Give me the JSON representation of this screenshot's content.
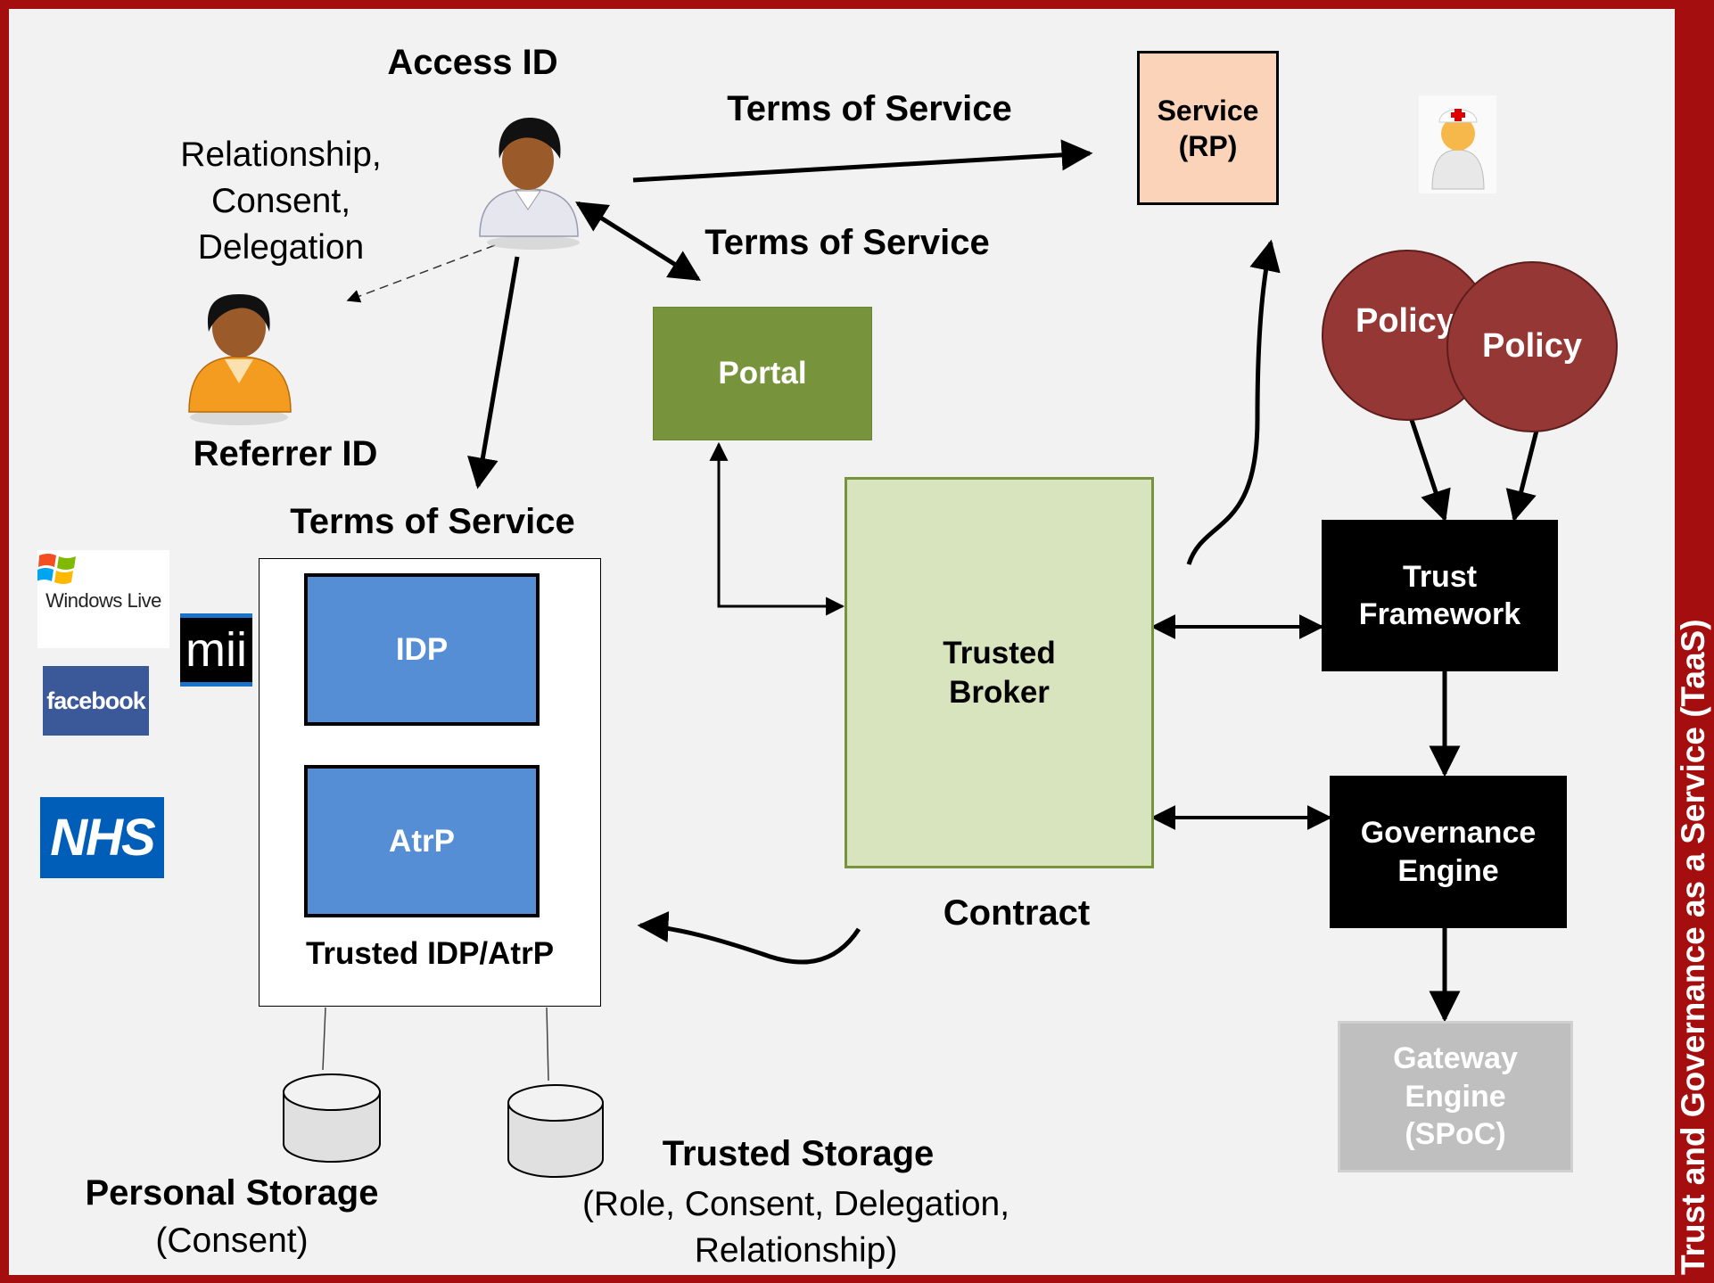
{
  "side_title": "Trust and Governance as a Service (TaaS)",
  "actors": {
    "access_id": "Access ID",
    "referrer_id": "Referrer ID",
    "relationship_lines": [
      "Relationship,",
      "Consent,",
      "Delegation"
    ]
  },
  "labels": {
    "tos_top": "Terms of Service",
    "tos_portal": "Terms of Service",
    "tos_idp": "Terms of Service",
    "contract": "Contract"
  },
  "nodes": {
    "service_lines": [
      "Service",
      "(RP)"
    ],
    "portal": "Portal",
    "trusted_broker_lines": [
      "Trusted",
      "Broker"
    ],
    "policy_1": "Policy",
    "policy_2": "Policy",
    "trust_framework_lines": [
      "Trust",
      "Framework"
    ],
    "governance_engine_lines": [
      "Governance",
      "Engine"
    ],
    "gateway_engine_lines": [
      "Gateway",
      "Engine",
      "(SPoC)"
    ],
    "idp": "IDP",
    "atrp": "AtrP",
    "trusted_idp_atrp": "Trusted IDP/AtrP"
  },
  "storage": {
    "personal_title": "Personal Storage",
    "personal_sub": "(Consent)",
    "trusted_title": "Trusted Storage",
    "trusted_sub_lines": [
      "(Role, Consent, Delegation,",
      "Relationship)"
    ]
  },
  "logos": {
    "windows_live": "Windows Live",
    "mii": "mii",
    "facebook": "facebook",
    "nhs": "NHS"
  },
  "colors": {
    "frame": "#a50e0e",
    "background": "#f2f2f2",
    "service_fill": "#fbd3b8",
    "portal_fill": "#77933c",
    "broker_fill": "#d7e4bd",
    "broker_border": "#77933c",
    "policy_fill": "#953735",
    "idp_fill": "#558ed5",
    "gateway_fill": "#bfbfbf",
    "facebook": "#3b5998",
    "nhs": "#005eb8"
  }
}
